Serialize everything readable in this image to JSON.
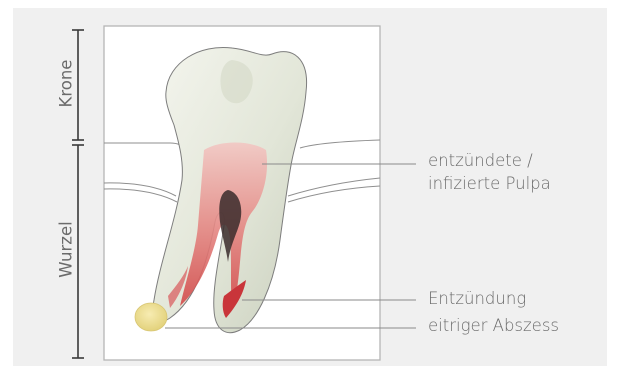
{
  "labels": {
    "crown": "Krone",
    "root": "Wurzel",
    "pulp_line1": "entzündete /",
    "pulp_line2": "infizierte Pulpa",
    "inflammation": "Entzündung",
    "abscess": "eitriger Abszess"
  },
  "colors": {
    "background": "#f0f0f0",
    "frame": "#b5b5b5",
    "tooth": "#e6e9de",
    "pulp_inflamed": "#d9434a",
    "abscess": "#efe39a",
    "text": "#6b6b6b"
  }
}
